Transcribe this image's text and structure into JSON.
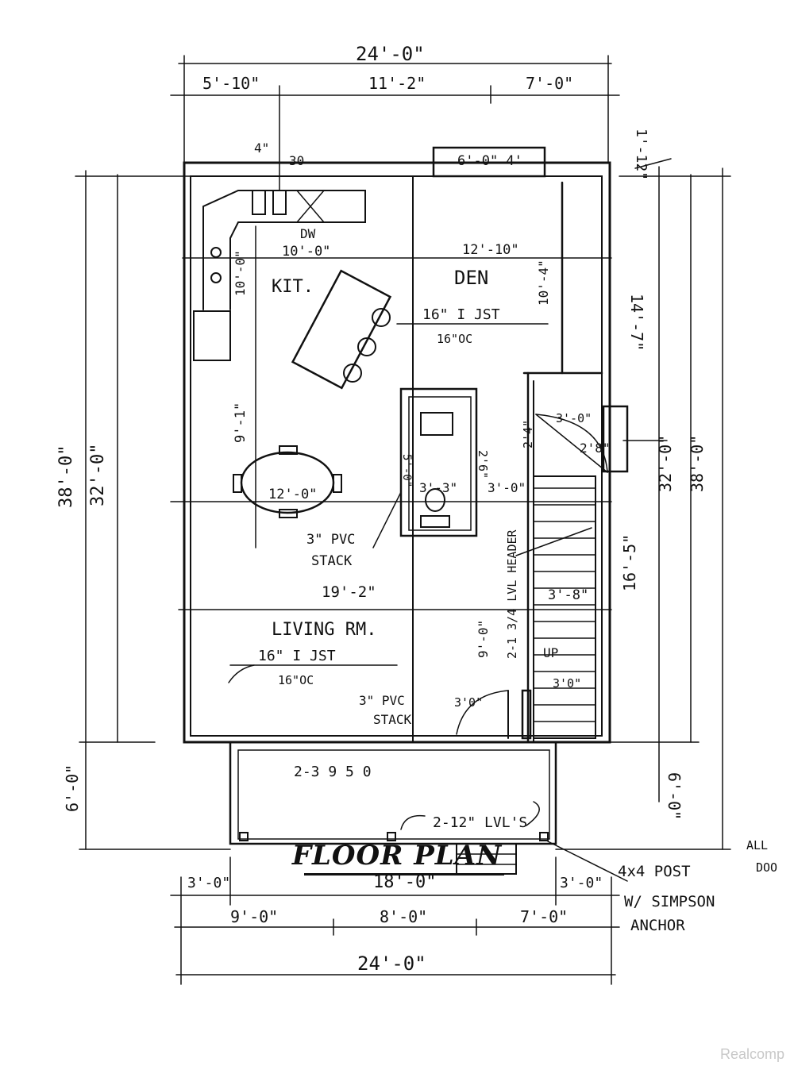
{
  "title": "FLOOR PLAN",
  "watermark": "Realcomp",
  "dimensions": {
    "top_overall": "24'-0\"",
    "top_left": "5'-10\"",
    "top_mid": "11'-2\"",
    "top_right": "7'-0\"",
    "right_small": "1'-12\"",
    "left_overall_outer": "38'-0\"",
    "left_overall_inner": "32'-0\"",
    "left_porch": "6'-0\"",
    "right_overall_inner": "32'-0\"",
    "right_overall_outer": "38'-0\"",
    "right_upper": "14'-7\"",
    "right_lower": "16'-5\"",
    "right_porch": "6'-0\"",
    "bottom_left_small": "3'-0\"",
    "bottom_mid_span": "18'-0\"",
    "bottom_right_small": "3'-0\"",
    "bottom_a": "9'-0\"",
    "bottom_b": "8'-0\"",
    "bottom_c": "7'-0\"",
    "bottom_overall": "24'-0\""
  },
  "rooms": {
    "kitchen": "KIT.",
    "den": "DEN",
    "living": "LIVING RM."
  },
  "notes": {
    "window_top": "6'-0\" 4'",
    "cab_4": "4\"",
    "cab_30": "30",
    "dw": "DW",
    "kit_w": "10'-0\"",
    "kit_h": "10'-0\"",
    "den_w": "12'-10\"",
    "den_h": "10'-4\"",
    "joist_den": "16\" I JST",
    "joist_den_oc": "16\"OC",
    "dining": "12'-0\"",
    "kit_dim_v": "9'-1\"",
    "stack1": "3\" PVC",
    "stack1b": "STACK",
    "living_w": "19'-2\"",
    "joist_liv": "16\" I JST",
    "joist_liv_oc": "16\"OC",
    "bath_25": "2'6\"",
    "bath_33": "3'-3\"",
    "bath_30": "3'-0\"",
    "bath_5": "5'-0\"",
    "door_24": "2'4\"",
    "door_28": "2'8\"",
    "door_30": "3'-0\"",
    "lvl_header": "2-1 3/4 LVL HEADER",
    "stair_38": "3'-8\"",
    "stair_up": "UP",
    "stair_90": "9'-0\"",
    "stack2": "3\" PVC",
    "stack2b": "STACK",
    "door_front": "3'0\"",
    "stair_3": "3'0\"",
    "window_bottom": "2-3 9 5 0",
    "lvl_beam": "2-12\" LVL'S",
    "post1": "4x4 POST",
    "post2": "W/ SIMPSON",
    "post3": "ANCHOR",
    "edge_note1": "ALL",
    "edge_note2": "DOO"
  }
}
